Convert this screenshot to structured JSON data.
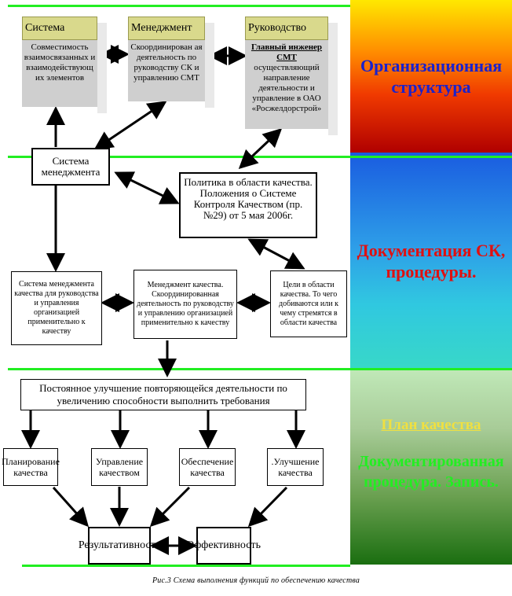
{
  "bands": {
    "org": "Организационная структура",
    "docs": "Документация СК, процедуры.",
    "plan_title": "План качества",
    "plan_body": "Документированная процедура. Запись."
  },
  "colors": {
    "accent_green": "#22ee22",
    "org_text": "#1a22cc",
    "docs_text": "#e01010",
    "plan_title_text": "#f0e040",
    "plan_body_text": "#22ee22"
  },
  "cubes": [
    {
      "title": "Система",
      "body": "Совместимость взаимосвязанных и взаимодействующ их элементов"
    },
    {
      "title": "Менеджмент",
      "body": "Скоординирован ая деятельность по руководству СК и управлению СМТ"
    },
    {
      "title": "Руководство",
      "body_strong": "Главный инженер СМТ",
      "body": "осуществляющий направление деятельности и управление в ОАО «Росжелдорстрой»"
    }
  ],
  "boxes": {
    "system_mgmt": "Система менеджмента",
    "policy": "Политика в области качества. Положения о Системе Контроля Качеством (пр.№29) от 5 мая 2006г.",
    "sm_quality": "Система менеджмента качества для руководства и управления организацией применительно к качеству",
    "mgmt_quality": "Менеджмент качества. Скоординированная деятельность по руководству и управлению организацией применительно к качеству",
    "goals": "Цели в области качества. То чего добиваются или к чему стремятся в области качества",
    "improvement": "Постоянное улучшение повторяющейся деятельности по увеличению способности выполнить требования",
    "planning": "Планирование качества",
    "control": "Управление качеством",
    "assurance": "Обеспечение качества",
    "improve_q": ".Улучшение качества",
    "results": "Результативность",
    "efficiency": "Эффективность"
  },
  "caption": "Рис.3 Схема выполнения функций по обеспечению качества"
}
